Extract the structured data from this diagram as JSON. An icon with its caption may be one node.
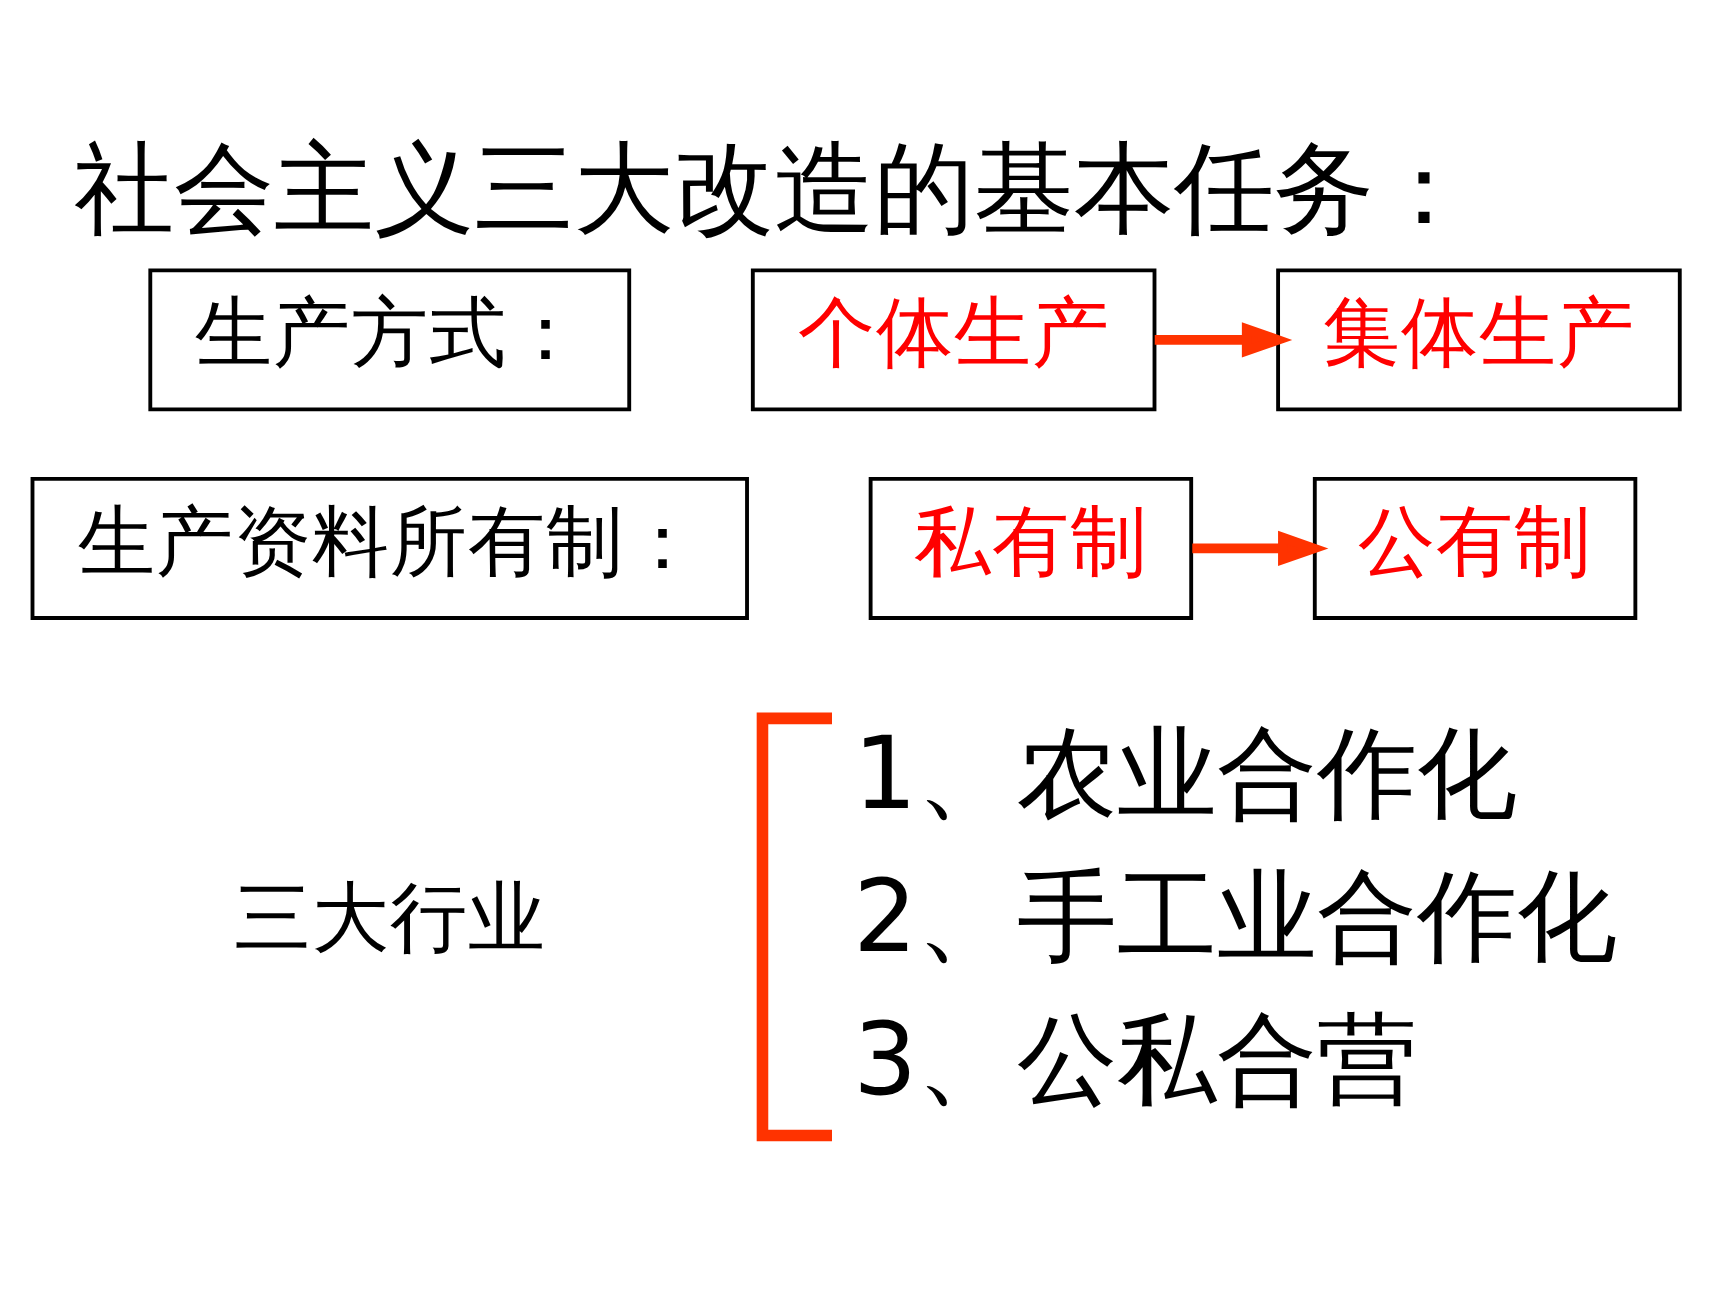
{
  "diagram": {
    "title": "社会主义三大改造的基本任务：",
    "nodes": [
      {
        "text": [
          "生产方式："
        ]
      },
      {
        "text": [
          "个体生产"
        ]
      },
      {
        "text": [
          "集体生产"
        ]
      },
      {
        "text": [
          "生产资料所有制："
        ]
      },
      {
        "text": [
          "私有制"
        ]
      },
      {
        "text": [
          "公有制"
        ]
      }
    ],
    "edges": [
      {
        "from": 1,
        "to": 2,
        "arrow": "to"
      },
      {
        "from": 4,
        "to": 5,
        "arrow": "to"
      }
    ],
    "labels": [
      "三大行业",
      "1、农业合作化",
      "2、手工业合作化",
      "3、公私合营"
    ]
  }
}
